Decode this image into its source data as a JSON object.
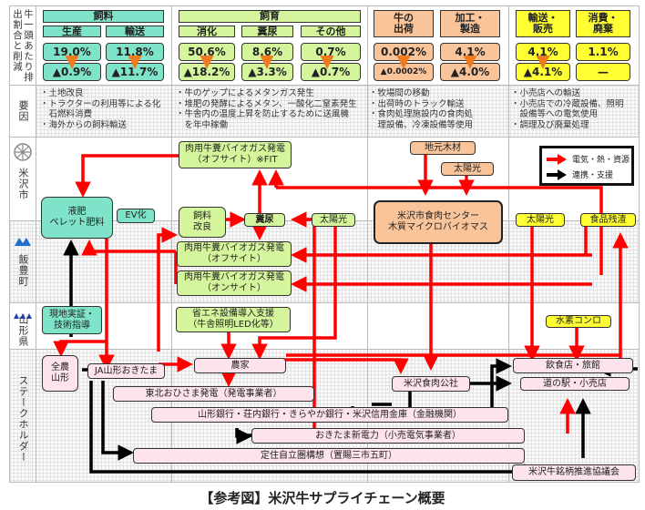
{
  "emission_header": {
    "row_label": "牛一頭あたり排出割合と削減",
    "groups": [
      {
        "name": "飼料",
        "color": "#7fe3c9",
        "items": [
          {
            "stage": "生産",
            "share": "19.0%",
            "reduction": "▲0.9%"
          },
          {
            "stage": "輸送",
            "share": "11.8%",
            "reduction": "▲11.7%"
          }
        ]
      },
      {
        "name": "飼育",
        "color": "#d4f59b",
        "items": [
          {
            "stage": "消化",
            "share": "50.6%",
            "reduction": "▲18.2%"
          },
          {
            "stage": "糞尿",
            "share": "8.6%",
            "reduction": "▲3.3%"
          },
          {
            "stage": "その他",
            "share": "0.7%",
            "reduction": "▲0.7%"
          }
        ]
      },
      {
        "name": "",
        "color": "#f9c49a",
        "items": [
          {
            "stage": "牛の\n出荷",
            "share": "0.002%",
            "reduction": "▲0.0002%"
          },
          {
            "stage": "加工・\n製造",
            "share": "4.1%",
            "reduction": "▲4.0%"
          }
        ]
      },
      {
        "name": "",
        "color": "#ffff33",
        "items": [
          {
            "stage": "輸送・\n販売",
            "share": "4.1%",
            "reduction": "▲4.1%"
          },
          {
            "stage": "消費・\n廃棄",
            "share": "1.1%",
            "reduction": "—"
          }
        ]
      }
    ]
  },
  "factors": {
    "row_label": "要因",
    "feed": [
      "・土地改良",
      "・トラクターの利用等による化",
      "　石燃料消費",
      "・海外からの飼料輸送"
    ],
    "rearing": [
      "・牛のゲップによるメタンガス発生",
      "・堆肥の発酵によるメタン、一酸化二窒素発生",
      "・牛舎内の温度上昇を防止するために送風機",
      "　を年中稼働"
    ],
    "shipping": [
      "・牧場間の移動",
      "・出荷時のトラック輸送",
      "・食肉処理施設内の食肉処",
      "　理設備、冷凍設備等使用"
    ],
    "retail": [
      "・小売店への輸送",
      "・小売店での冷蔵設備、照明",
      "　設備等への電気使用",
      "・調理及び廃棄処理"
    ]
  },
  "row_labels": {
    "yonezawa": "米沢市",
    "iide": "飯豊町",
    "yamagata": "山形県",
    "stakeholders": "ステークホルダー"
  },
  "nodes": {
    "ekihi": "液肥\nペレット肥料",
    "ev": "EV化",
    "biogas_fit": "肉用牛糞バイオガス発電\n（オフサイト）※FIT",
    "jimoto_mokuzai": "地元木材",
    "solar_center": "太陽光",
    "shiryo_kairyo": "飼料\n改良",
    "funnyo": "糞尿",
    "solar_farm": "太陽光",
    "meat_center": "米沢市食肉センター\n木質マイクロバイオマス",
    "solar_retail": "太陽光",
    "food_waste": "食品残渣",
    "biogas_off": "肉用牛糞バイオガス発電\n（オフサイト）",
    "biogas_on": "肉用牛糞バイオガス発電\n（オンサイト）",
    "genchi": "現地実証・\n技術指導",
    "shoene": "省エネ設備導入支援\n（牛舎照明LED化等）",
    "suiso": "水素コンロ",
    "zennou": "全農\n山形",
    "ja": "JA山形おきたま",
    "nouka": "農家",
    "kosha": "米沢食肉公社",
    "inshoku": "飲食店・旅館",
    "michinoeki": "道の駅・小売店",
    "tohoku_ohisama": "東北おひさま発電（発電事業者）",
    "banks": "山形銀行・荘内銀行・きらやか銀行・米沢信用金庫（金融機関）",
    "okitama_power": "おきたま新電力（小売電気事業者）",
    "teiju": "定住自立圏構想（置賜三市五町）",
    "brand_council": "米沢牛銘柄推進協議会"
  },
  "legend": {
    "red_label": "電気・熱・資源",
    "black_label": "連携・支援",
    "red_color": "#ff0000",
    "black_color": "#000000"
  },
  "caption": "【参考図】米沢牛サプライチェーン概要"
}
